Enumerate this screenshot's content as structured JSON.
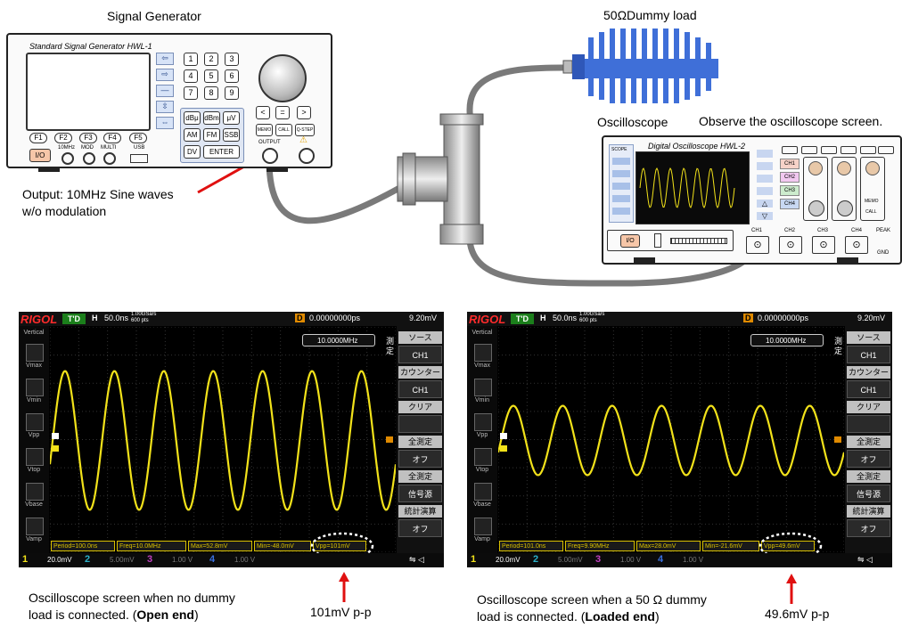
{
  "labels": {
    "signal_generator": "Signal Generator",
    "dummy_load": "50ΩDummy load",
    "oscilloscope": "Oscilloscope",
    "observe": "Observe the oscilloscope screen.",
    "output_line1": "Output: 10MHz  Sine waves",
    "output_line2": "w/o modulation"
  },
  "sig_gen": {
    "title": "Standard Signal Generator HWL-1",
    "keys": [
      "1",
      "2",
      "3",
      "4",
      "5",
      "6",
      "7",
      "8",
      "9"
    ],
    "unit_keys": [
      "dBμ",
      "dBm",
      "μV"
    ],
    "mode_keys": [
      "AM",
      "FM",
      "SSB"
    ],
    "dv": "DV",
    "enter": "ENTER",
    "fkeys": [
      "F1",
      "F2",
      "F3",
      "F4",
      "F5"
    ],
    "io": "I/O",
    "port_labels": [
      "10MHz",
      "MOD",
      "MULTI",
      "USB"
    ],
    "nav": [
      "<",
      "=",
      ">"
    ],
    "small": [
      "MEMO",
      "CALL",
      "Q-STEP"
    ],
    "output": "OUTPUT"
  },
  "scope_device": {
    "title": "Digital Oscilloscope HWL-2",
    "channels": [
      "CH1",
      "CH2",
      "CH3",
      "CH4"
    ],
    "scope_btn": "SCOPE",
    "io": "I/O",
    "memo": "MEMO",
    "call": "CALL",
    "peak": "PEAK",
    "gnd": "GND"
  },
  "screens": [
    {
      "brand": "RIGOL",
      "td": "T'D",
      "h": "H",
      "timebase": "50.0ns",
      "rate1": "1.00GSa/s",
      "rate2": "600 pts",
      "d": "D",
      "delay": "0.00000000ps",
      "trig": "9.20mV",
      "sidebar_title": "Vertical",
      "sidebar": [
        "Vmax",
        "Vmin",
        "Vpp",
        "Vtop",
        "Vbase",
        "Vamp"
      ],
      "counter": "10.0000MHz",
      "menu_side": "測定",
      "menu": [
        {
          "h": "ソース",
          "v": "CH1"
        },
        {
          "h": "カウンター",
          "v": "CH1"
        },
        {
          "h": "クリア",
          "v": ""
        },
        {
          "h": "全測定",
          "v": "オフ"
        },
        {
          "h": "全測定",
          "v": "信号源"
        },
        {
          "h": "統計演算",
          "v": "オフ"
        }
      ],
      "meas": {
        "period": "Period=100.0ns",
        "freq": "Freq=10.0MHz",
        "max": "Max=52.8mV",
        "min": "Min=-48.0mV",
        "vpp": "Vpp=101mV"
      },
      "bottom": {
        "ch1": "20.0mV",
        "ch2": "5.00mV",
        "ch3": "1.00 V",
        "ch4": "1.00 V"
      },
      "amplitude": 0.56,
      "cycles": 7,
      "caption1": "Oscilloscope screen when no dummy",
      "caption2a": "load is connected. (",
      "caption2b": "Open end",
      "caption2c": ")",
      "pp": "101mV p-p"
    },
    {
      "brand": "RIGOL",
      "td": "T'D",
      "h": "H",
      "timebase": "50.0ns",
      "rate1": "1.00GSa/s",
      "rate2": "600 pts",
      "d": "D",
      "delay": "0.00000000ps",
      "trig": "9.20mV",
      "sidebar_title": "Vertical",
      "sidebar": [
        "Vmax",
        "Vmin",
        "Vpp",
        "Vtop",
        "Vbase",
        "Vamp"
      ],
      "counter": "10.0000MHz",
      "menu_side": "測定",
      "menu": [
        {
          "h": "ソース",
          "v": "CH1"
        },
        {
          "h": "カウンター",
          "v": "CH1"
        },
        {
          "h": "クリア",
          "v": ""
        },
        {
          "h": "全測定",
          "v": "オフ"
        },
        {
          "h": "全測定",
          "v": "信号源"
        },
        {
          "h": "統計演算",
          "v": "オフ"
        }
      ],
      "meas": {
        "period": "Period=101.0ns",
        "freq": "Freq=9.90MHz",
        "max": "Max=28.0mV",
        "min": "Min=-21.6mV",
        "vpp": "Vpp=49.6mV"
      },
      "bottom": {
        "ch1": "20.0mV",
        "ch2": "5.00mV",
        "ch3": "1.00 V",
        "ch4": "1.00 V"
      },
      "amplitude": 0.28,
      "cycles": 7,
      "caption1": "Oscilloscope screen when a 50 Ω dummy",
      "caption2a": "load is connected. (",
      "caption2b": "Loaded end",
      "caption2c": ")",
      "pp": "49.6mV p-p"
    }
  ],
  "colors": {
    "trace": "#f2e21a",
    "arrow": "#e01010",
    "cable": "#7a7a7a",
    "load": "#3f6fd8"
  }
}
